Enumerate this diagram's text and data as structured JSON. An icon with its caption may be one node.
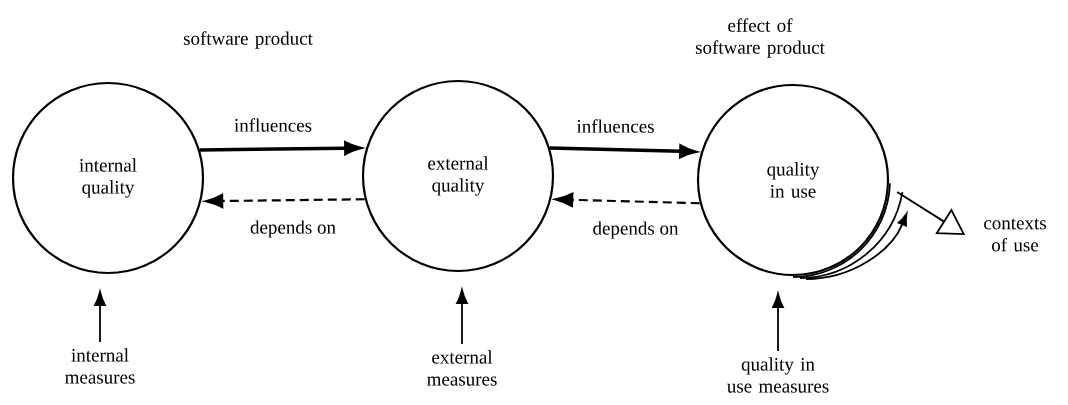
{
  "diagram": {
    "nodes": [
      {
        "text": [
          "internal quality"
        ]
      },
      {
        "text": [
          "external quality"
        ]
      },
      {
        "text": [
          "quality in use"
        ]
      },
      {
        "text": [
          "internal measures"
        ]
      },
      {
        "text": [
          "external measures"
        ]
      },
      {
        "text": [
          "quality in use measures"
        ]
      },
      {
        "text": [
          "contexts of use"
        ]
      }
    ],
    "edges": [
      {
        "from": 0,
        "to": 1,
        "arrow": "to",
        "label": "influences",
        "style": "thick"
      },
      {
        "from": 1,
        "to": 0,
        "arrow": "to",
        "label": "depends on",
        "style": "dashed"
      },
      {
        "from": 1,
        "to": 2,
        "arrow": "to",
        "label": "influences",
        "style": "thick"
      },
      {
        "from": 2,
        "to": 1,
        "arrow": "to",
        "label": "depends on",
        "style": "dashed"
      },
      {
        "from": 3,
        "to": 0,
        "arrow": "to"
      },
      {
        "from": 4,
        "to": 1,
        "arrow": "to"
      },
      {
        "from": 5,
        "to": 2,
        "arrow": "to"
      },
      {
        "from": 2,
        "to": 6,
        "arrow": "to"
      }
    ],
    "labels": [
      "software product",
      "effect of software product"
    ]
  }
}
